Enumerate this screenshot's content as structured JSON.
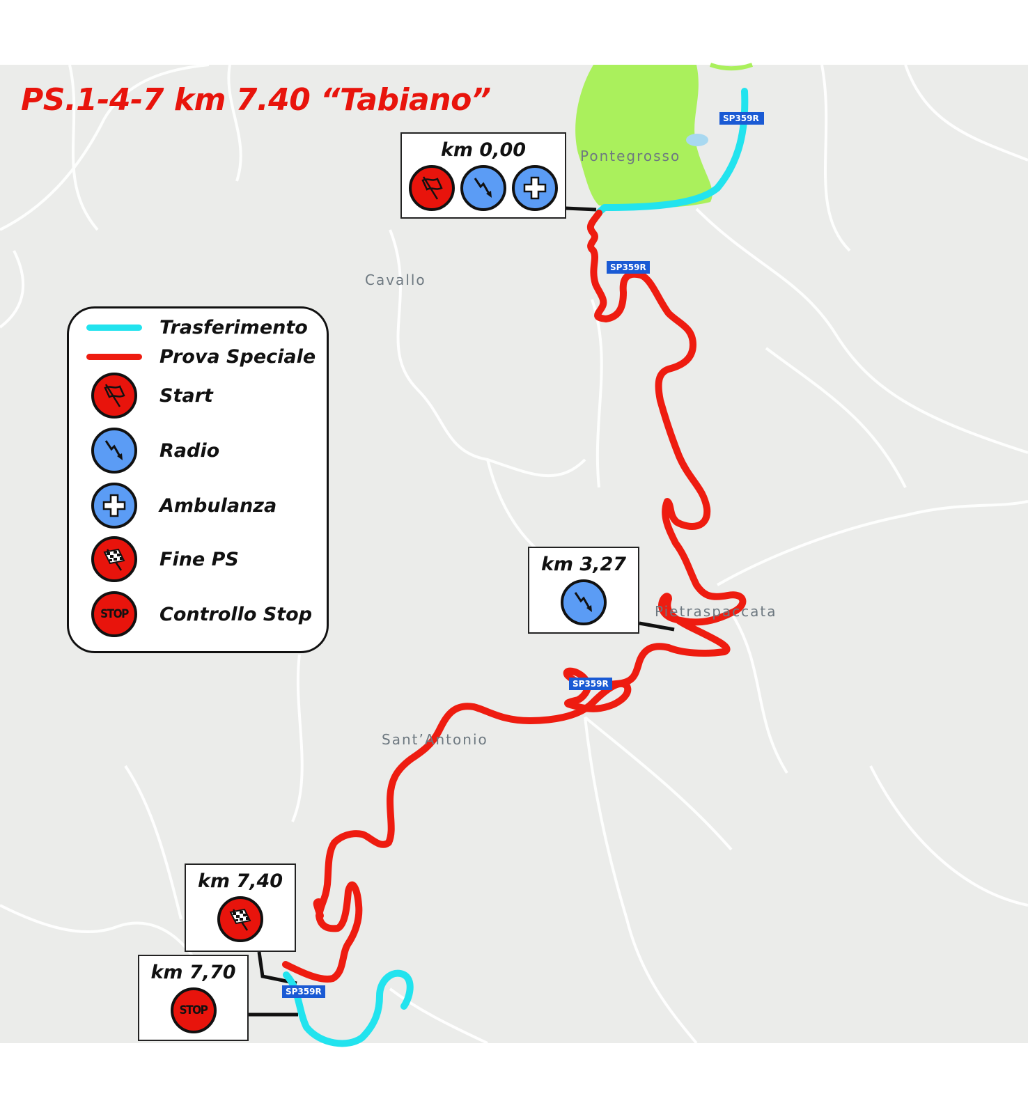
{
  "title": "PS.1-4-7 km 7.40 “Tabiano”",
  "colors": {
    "transfer": "#22e3ee",
    "special_stage": "#ee1c10",
    "map_bg": "#ebecea",
    "green_area": "#aaf05c",
    "red_icon": "#e8140c",
    "blue_icon": "#5b9cf5"
  },
  "places": {
    "pontegrosso": "Pontegrosso",
    "cavallo": "Cavallo",
    "pietraspaccata": "Pietraspaccata",
    "santantonio": "Sant’Antonio"
  },
  "road_shields": {
    "top": "SP359R",
    "upper": "SP359R",
    "middle": "SP359R",
    "bottom": "SP359R"
  },
  "markers": {
    "start": {
      "km": "km 0,00",
      "icons": [
        "flag-icon",
        "radio-icon",
        "ambulance-icon"
      ]
    },
    "radio": {
      "km": "km 3,27",
      "icons": [
        "radio-icon"
      ]
    },
    "finish": {
      "km": "km 7,40",
      "icons": [
        "checkered-flag-icon"
      ]
    },
    "stop": {
      "km": "km 7,70",
      "icons": [
        "stop-icon"
      ],
      "stop_text": "STOP"
    }
  },
  "legend": {
    "items": [
      {
        "label": "Trasferimento",
        "symbol": "cyan-line"
      },
      {
        "label": "Prova Speciale",
        "symbol": "red-line"
      },
      {
        "label": "Start",
        "symbol": "flag-icon"
      },
      {
        "label": "Radio",
        "symbol": "radio-icon"
      },
      {
        "label": "Ambulanza",
        "symbol": "ambulance-icon"
      },
      {
        "label": "Fine PS",
        "symbol": "checkered-flag-icon"
      },
      {
        "label": "Controllo Stop",
        "symbol": "stop-icon"
      }
    ],
    "stop_text": "STOP"
  }
}
